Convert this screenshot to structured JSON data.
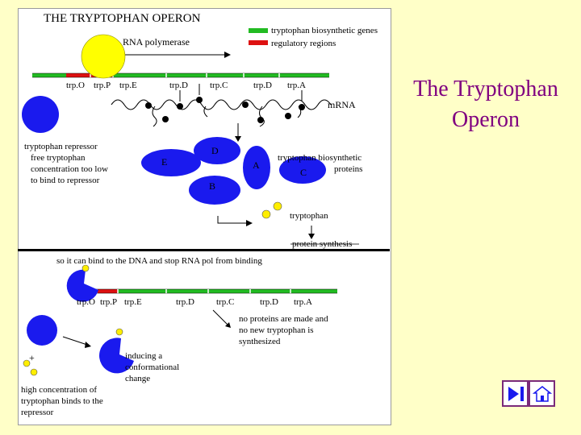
{
  "diagram": {
    "heading": "THE TRYPTOPHAN OPERON",
    "legend": {
      "genes_label": "tryptophan biosynthetic genes",
      "regulatory_label": "regulatory regions",
      "genes_color": "#22bb22",
      "regulatory_color": "#dd1111"
    },
    "rna_polymerase_label": "RNA polymerase",
    "genes_top": [
      "trp.O",
      "trp.P",
      "trp.E",
      "trp.D",
      "trp.C",
      "trp.D",
      "trp.A"
    ],
    "mrna_label": "mRNA",
    "repressor_label": [
      "tryptophan repressor",
      "free tryptophan",
      "concentration too low",
      "to bind to repressor"
    ],
    "enzymes": [
      "E",
      "D",
      "A",
      "C",
      "B"
    ],
    "proteins_label": [
      "tryptophan biosynthetic",
      "proteins"
    ],
    "tryptophan_label": "tryptophan",
    "protein_synthesis_label": "protein synthesis",
    "bottom_caption": "so it can bind to the DNA and stop RNA pol from binding",
    "genes_bottom": [
      "trp.O",
      "trp.P",
      "trp.E",
      "trp.D",
      "trp.C",
      "trp.D",
      "trp.A"
    ],
    "no_proteins_label": [
      "no proteins are made and",
      "no new tryptophan is",
      "synthesized"
    ],
    "plus_sign": "+",
    "inducing_label": [
      "inducing a",
      "conformational",
      "change"
    ],
    "high_conc_label": [
      "high concentration of",
      "tryptophan binds to the",
      "repressor"
    ],
    "colors": {
      "blue_protein": "#1a1aee",
      "polymerase": "#ffff00",
      "tryptophan": "#ffee00"
    }
  },
  "title": [
    "The Tryptophan",
    "Operon"
  ],
  "nav": {
    "prev_icon": "skip-back-icon",
    "home_icon": "home-icon"
  }
}
